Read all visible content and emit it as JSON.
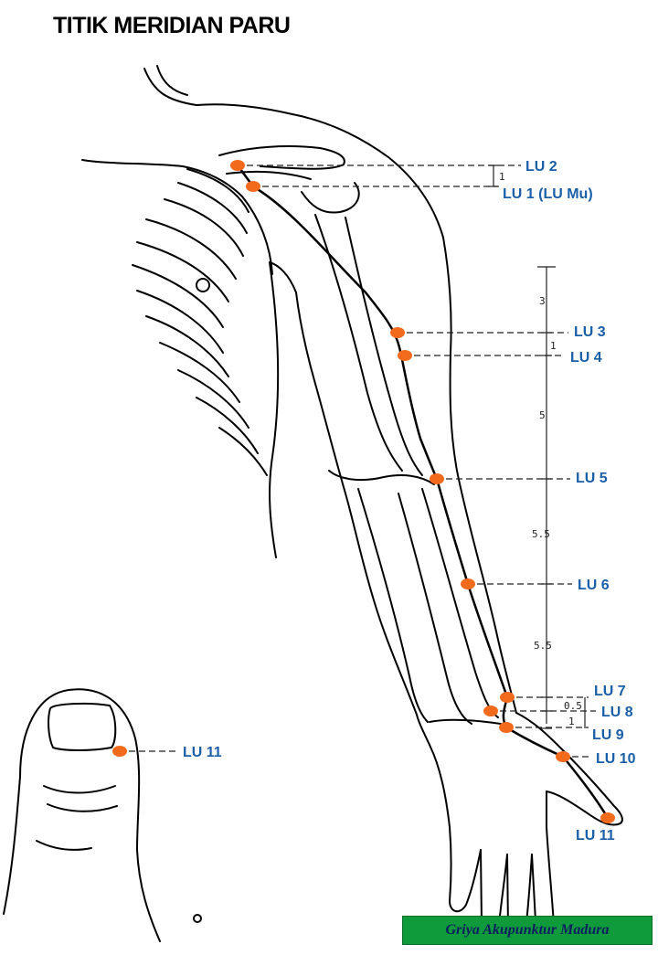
{
  "title": "TITIK MERIDIAN PARU",
  "colors": {
    "point": "#f26b1d",
    "label": "#1a5fa8",
    "line": "#000000",
    "watermark_bg": "#0f9a3c",
    "watermark_text": "#0b1f5e"
  },
  "points": [
    {
      "id": "LU 2",
      "label": "LU 2"
    },
    {
      "id": "LU 1",
      "label": "LU 1 (LU Mu)"
    },
    {
      "id": "LU 3",
      "label": "LU 3"
    },
    {
      "id": "LU 4",
      "label": "LU 4"
    },
    {
      "id": "LU 5",
      "label": "LU 5"
    },
    {
      "id": "LU 6",
      "label": "LU 6"
    },
    {
      "id": "LU 7",
      "label": "LU 7"
    },
    {
      "id": "LU 8",
      "label": "LU 8"
    },
    {
      "id": "LU 9",
      "label": "LU 9"
    },
    {
      "id": "LU 10",
      "label": "LU 10"
    },
    {
      "id": "LU 11",
      "label": "LU 11"
    },
    {
      "id": "LU 11 (thumb)",
      "label": "LU 11"
    }
  ],
  "measurements": {
    "lu2_lu1": "1",
    "top_lu3": "3",
    "lu3_lu4": "1",
    "lu4_lu5": "5",
    "lu5_lu6": "5.5",
    "lu6_lu7": "5.5",
    "lu7_lu8": "0.5",
    "lu8_lu9": "1"
  },
  "watermark": "Griya Akupunktur Madura"
}
